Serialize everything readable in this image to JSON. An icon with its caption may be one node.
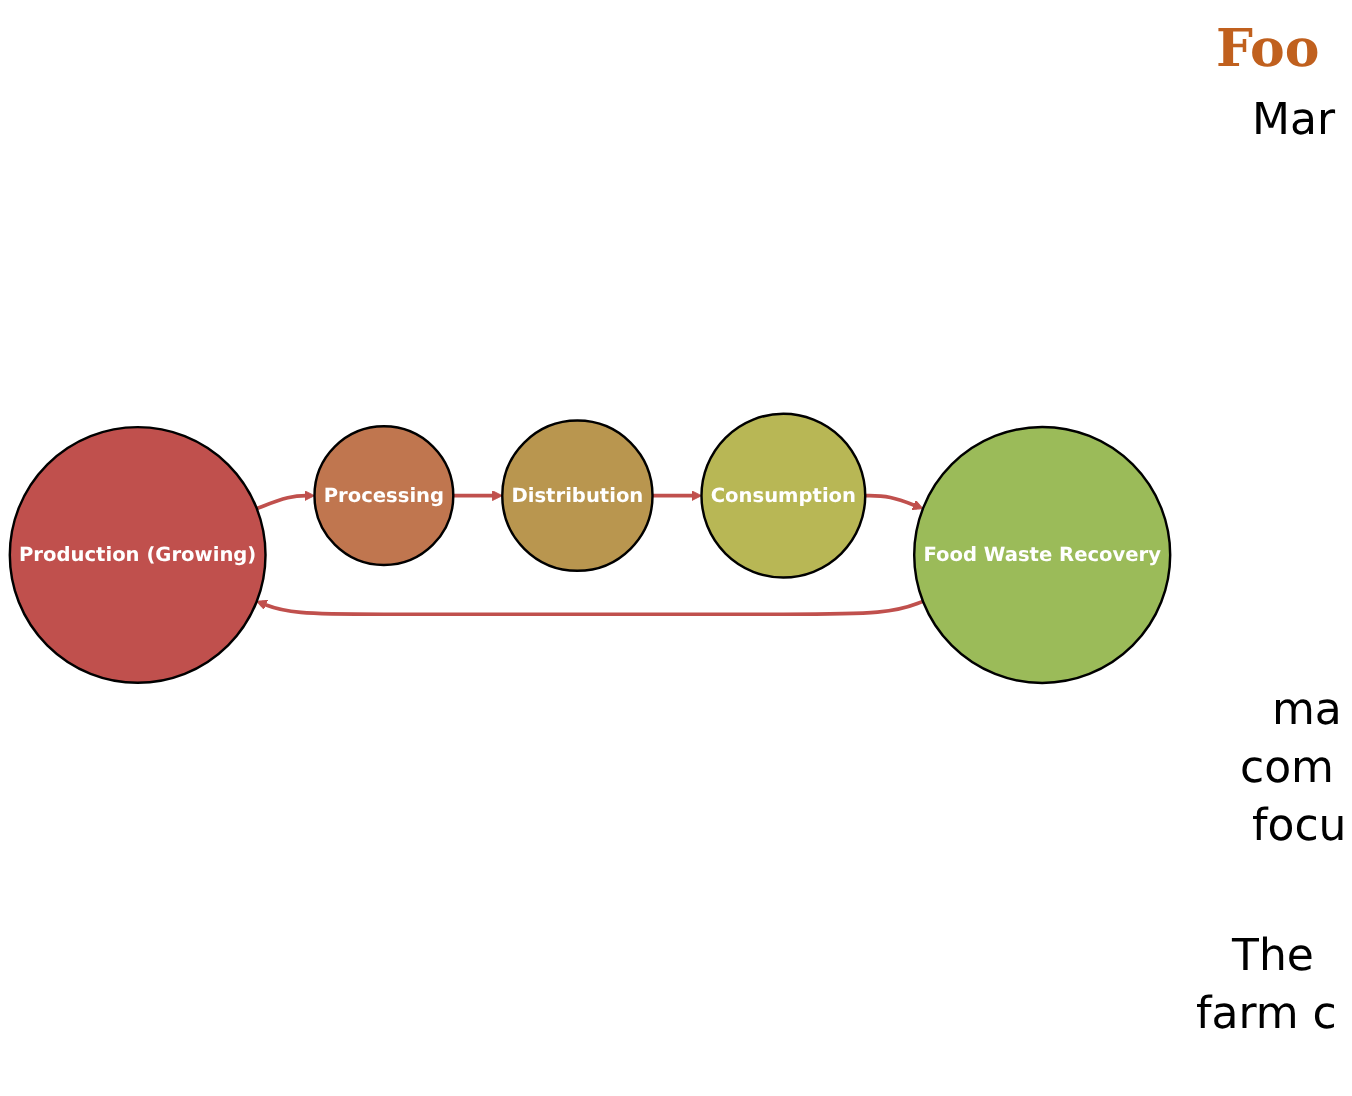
{
  "diagram": {
    "title": "Foo",
    "nodes": [
      {
        "text": [
          "Production (Growing)"
        ]
      },
      {
        "text": [
          "Processing"
        ]
      },
      {
        "text": [
          "Distribution"
        ]
      },
      {
        "text": [
          "Consumption"
        ]
      },
      {
        "text": [
          "Food Waste Recovery"
        ]
      }
    ],
    "edges": [
      {
        "from": 0,
        "to": 1,
        "arrow": "to"
      },
      {
        "from": 1,
        "to": 2,
        "arrow": "to"
      },
      {
        "from": 2,
        "to": 3,
        "arrow": "to"
      },
      {
        "from": 3,
        "to": 4,
        "arrow": "to"
      },
      {
        "from": 4,
        "to": 0,
        "arrow": "to"
      }
    ],
    "labels": [
      "Mar",
      "ma",
      "com",
      "focu",
      "The",
      "farm c"
    ]
  }
}
